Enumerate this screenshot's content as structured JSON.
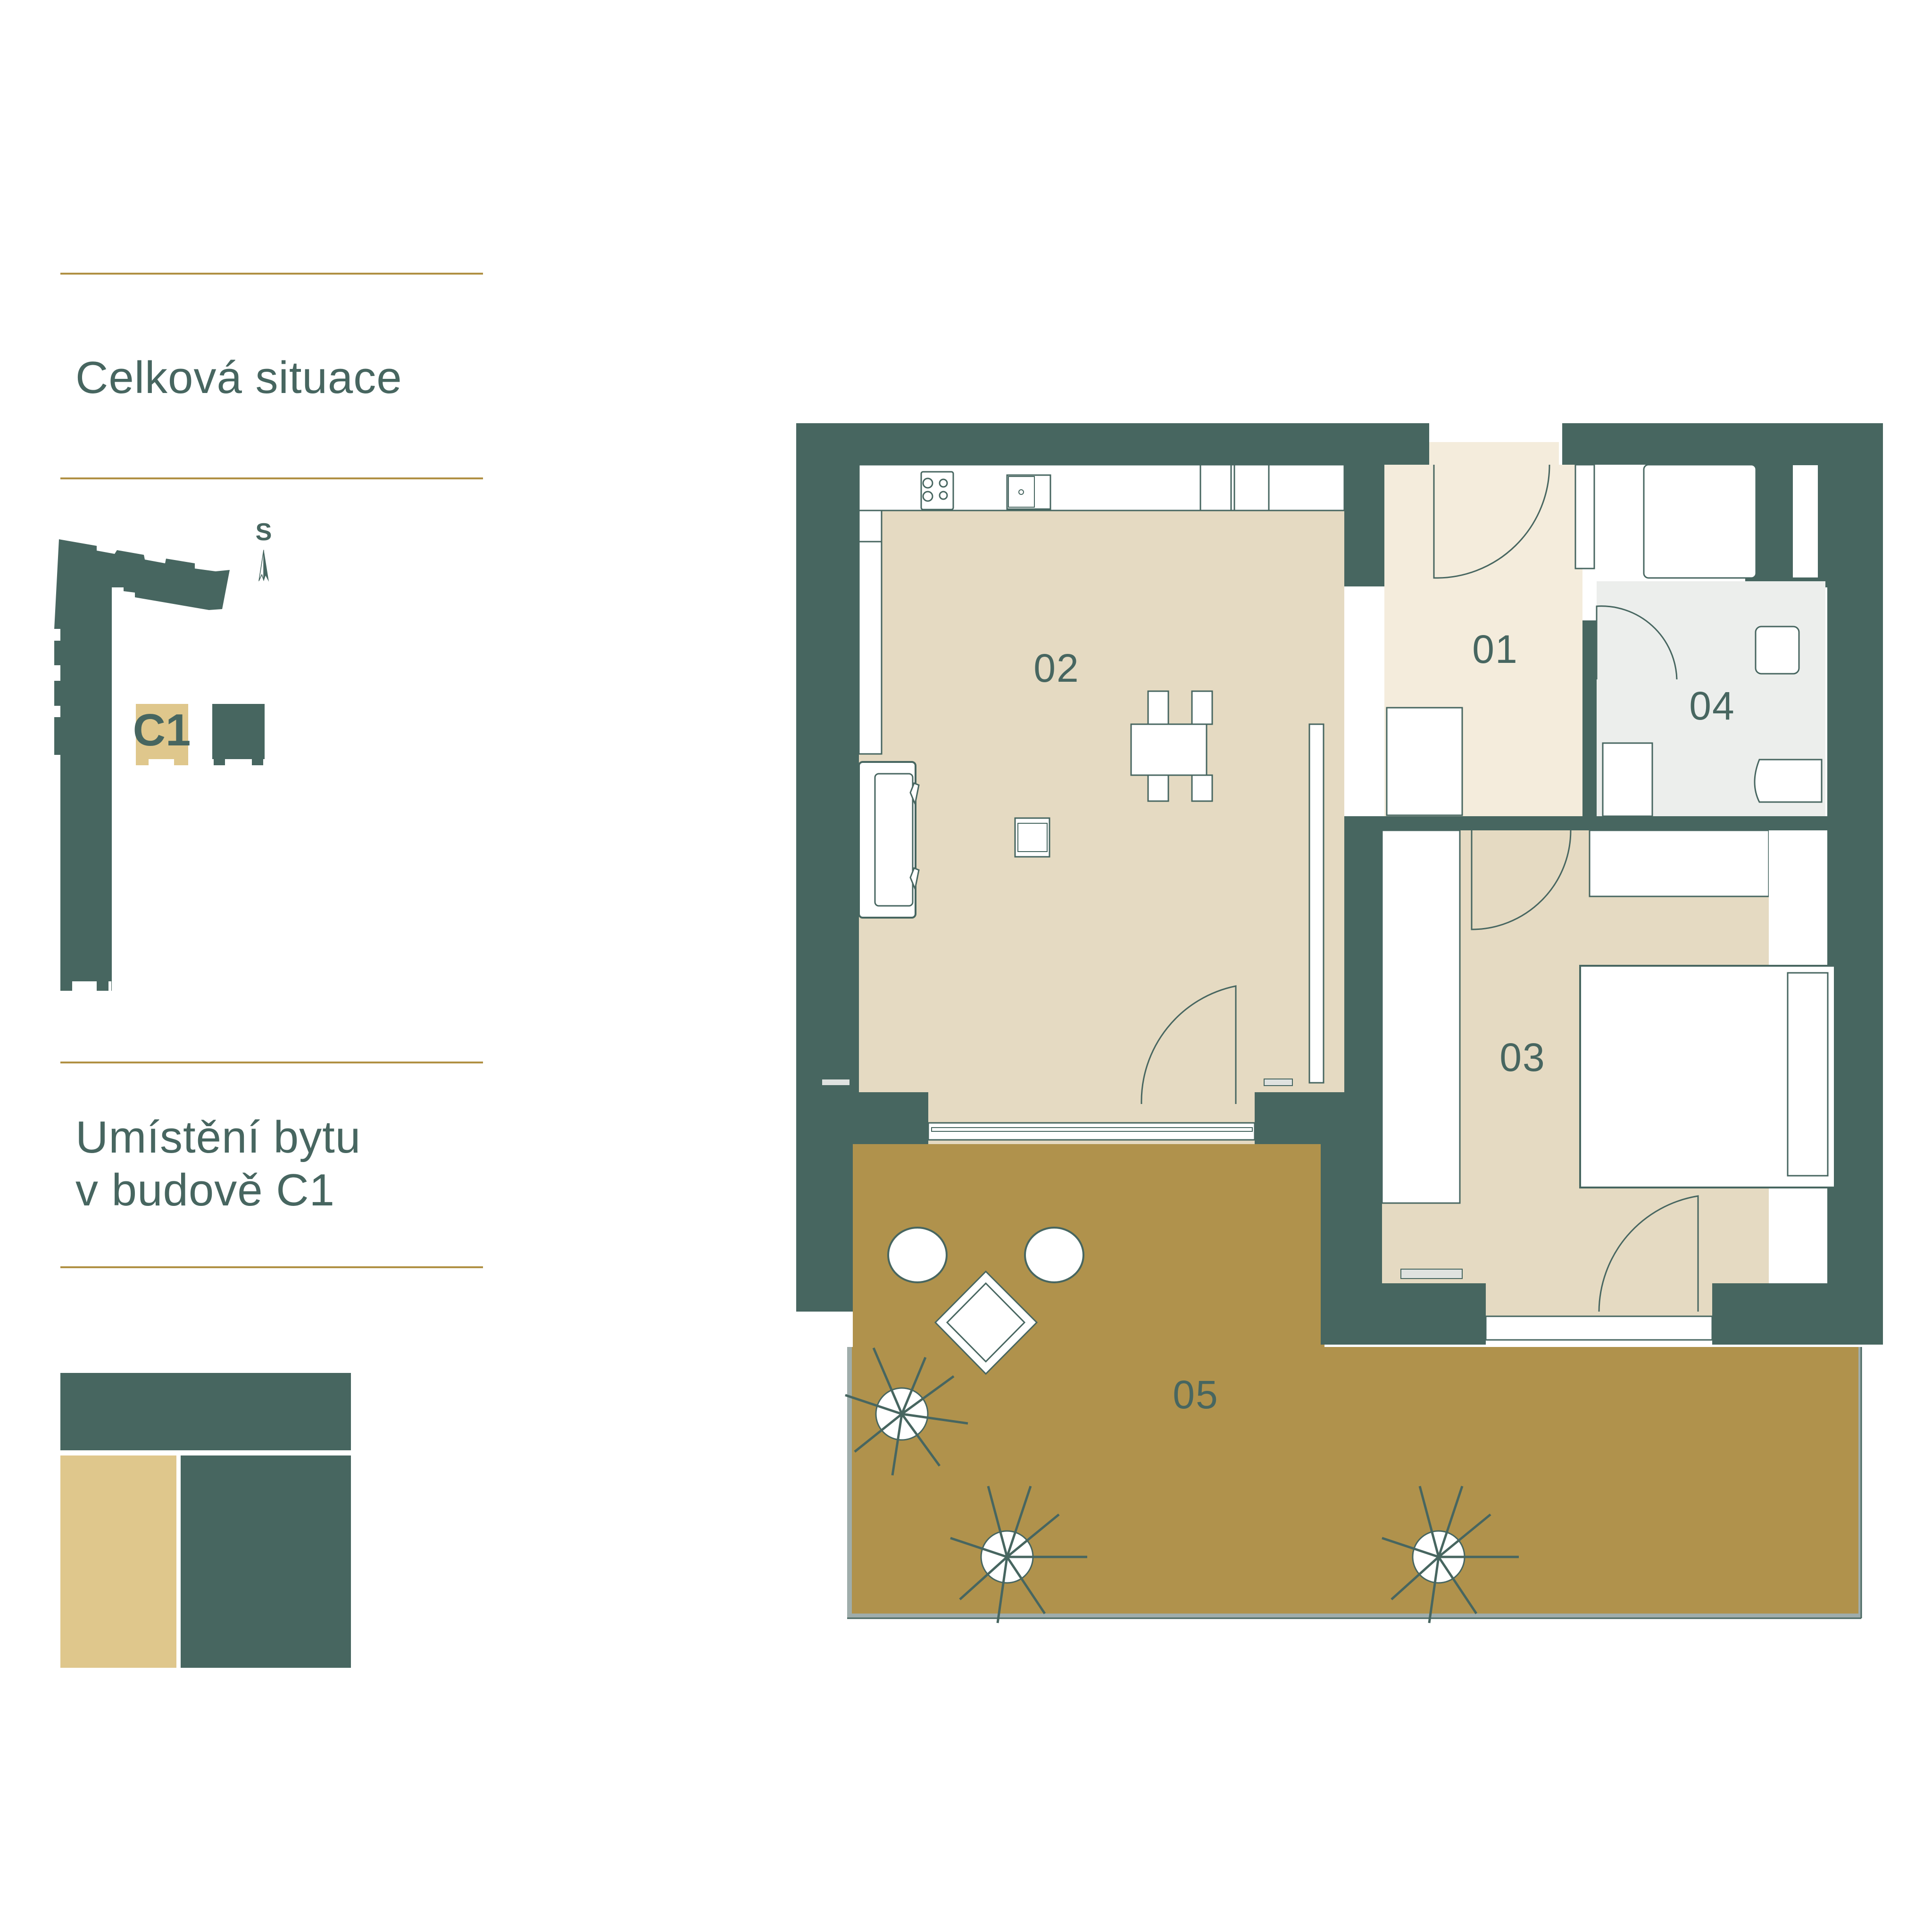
{
  "colors": {
    "wall": "#476660",
    "accent_line": "#b09043",
    "text": "#476660",
    "room_living": "#e5dac2",
    "room_hall": "#f4ecdc",
    "room_bath": "#eceeec",
    "terrace": "#b0924c",
    "highlight_building": "#dfc78c",
    "furniture": "#ffffff",
    "railing": "#9fadab"
  },
  "sidebar": {
    "section_overall": {
      "title": "Celková situace"
    },
    "site_map": {
      "compass_label": "S",
      "highlighted_building": "C1"
    },
    "section_location": {
      "title": "Umístění bytu\nv budově C1"
    },
    "location_legend": {
      "blocks": [
        "top-wing",
        "highlighted-unit",
        "other-unit"
      ]
    }
  },
  "floor_plan": {
    "rooms": [
      {
        "id": "01",
        "label": "01",
        "type": "hall"
      },
      {
        "id": "02",
        "label": "02",
        "type": "living-kitchen"
      },
      {
        "id": "03",
        "label": "03",
        "type": "bedroom"
      },
      {
        "id": "04",
        "label": "04",
        "type": "bathroom"
      },
      {
        "id": "05",
        "label": "05",
        "type": "terrace"
      }
    ]
  }
}
